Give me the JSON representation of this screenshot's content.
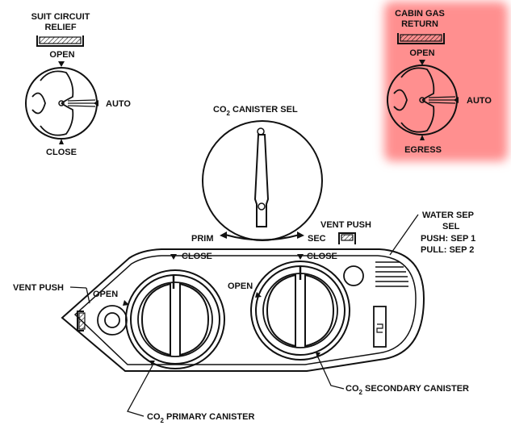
{
  "colors": {
    "highlight": "#ff8f8f",
    "ink": "#111111",
    "background": "#ffffff"
  },
  "suit_circuit_relief": {
    "title_line1": "SUIT CIRCUIT",
    "title_line2": "RELIEF",
    "open": "OPEN",
    "auto": "AUTO",
    "close": "CLOSE"
  },
  "cabin_gas_return": {
    "title_line1": "CABIN GAS",
    "title_line2": "RETURN",
    "open": "OPEN",
    "auto": "AUTO",
    "egress": "EGRESS",
    "highlighted": true
  },
  "co2_canister_sel": {
    "co": "CO",
    "sub2": "2",
    "rest": " CANISTER SEL",
    "prim": "PRIM",
    "sec": "SEC"
  },
  "vent_push_top": "VENT PUSH",
  "vent_push_left": "VENT PUSH",
  "water_sep_sel": {
    "line1": "WATER SEP",
    "line2": "SEL",
    "line3": "PUSH: SEP 1",
    "line4": "PULL: SEP 2"
  },
  "primary_valve": {
    "close": "CLOSE",
    "open": "OPEN"
  },
  "secondary_valve": {
    "close": "CLOSE",
    "open": "OPEN"
  },
  "co2_primary_canister": {
    "co": "CO",
    "sub2": "2",
    "rest": " PRIMARY CANISTER"
  },
  "co2_secondary_canister": {
    "co": "CO",
    "sub2": "2",
    "rest": " SECONDARY CANISTER"
  }
}
